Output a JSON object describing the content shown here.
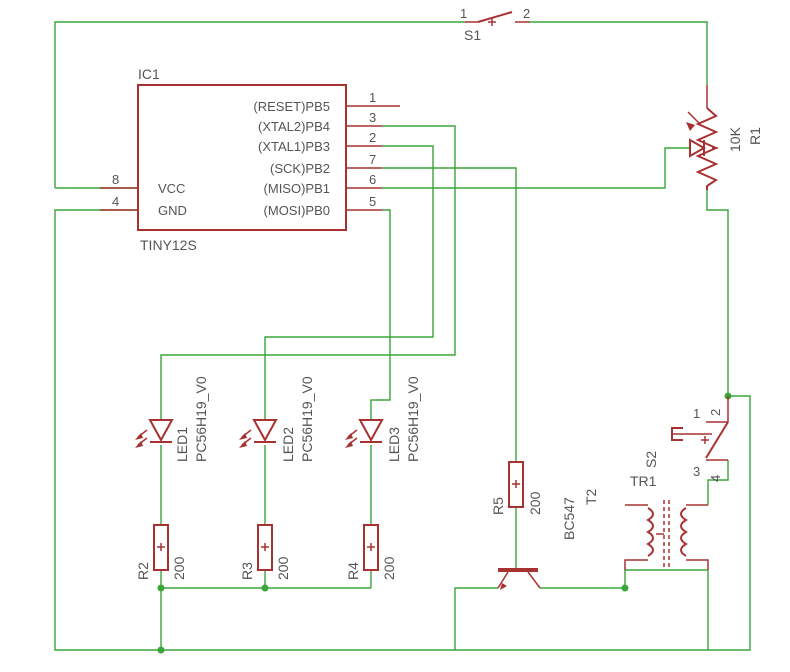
{
  "ic": {
    "name": "IC1",
    "value": "TINY12S",
    "pins_right": [
      {
        "label": "(RESET)PB5",
        "num": "1"
      },
      {
        "label": "(XTAL2)PB4",
        "num": "3"
      },
      {
        "label": "(XTAL1)PB3",
        "num": "2"
      },
      {
        "label": "(SCK)PB2",
        "num": "7"
      },
      {
        "label": "(MISO)PB1",
        "num": "6"
      },
      {
        "label": "(MOSI)PB0",
        "num": "5"
      }
    ],
    "pins_left": [
      {
        "label": "VCC",
        "num": "8"
      },
      {
        "label": "GND",
        "num": "4"
      }
    ]
  },
  "s1": {
    "name": "S1",
    "pin1": "1",
    "pin2": "2"
  },
  "r1": {
    "name": "R1",
    "value": "10K"
  },
  "leds": [
    {
      "name": "LED1",
      "value": "PC56H19_V0"
    },
    {
      "name": "LED2",
      "value": "PC56H19_V0"
    },
    {
      "name": "LED3",
      "value": "PC56H19_V0"
    }
  ],
  "resistors": [
    {
      "name": "R2",
      "value": "200"
    },
    {
      "name": "R3",
      "value": "200"
    },
    {
      "name": "R4",
      "value": "200"
    },
    {
      "name": "R5",
      "value": "200"
    }
  ],
  "t2": {
    "name": "T2",
    "value": "BC547"
  },
  "s2": {
    "name": "S2",
    "pin1": "1",
    "pin2": "2",
    "pin3": "3",
    "pin4": "4"
  },
  "tr1": {
    "name": "TR1"
  },
  "colors": {
    "wire": "#3aa63a",
    "part": "#a83232",
    "text": "#555555"
  }
}
